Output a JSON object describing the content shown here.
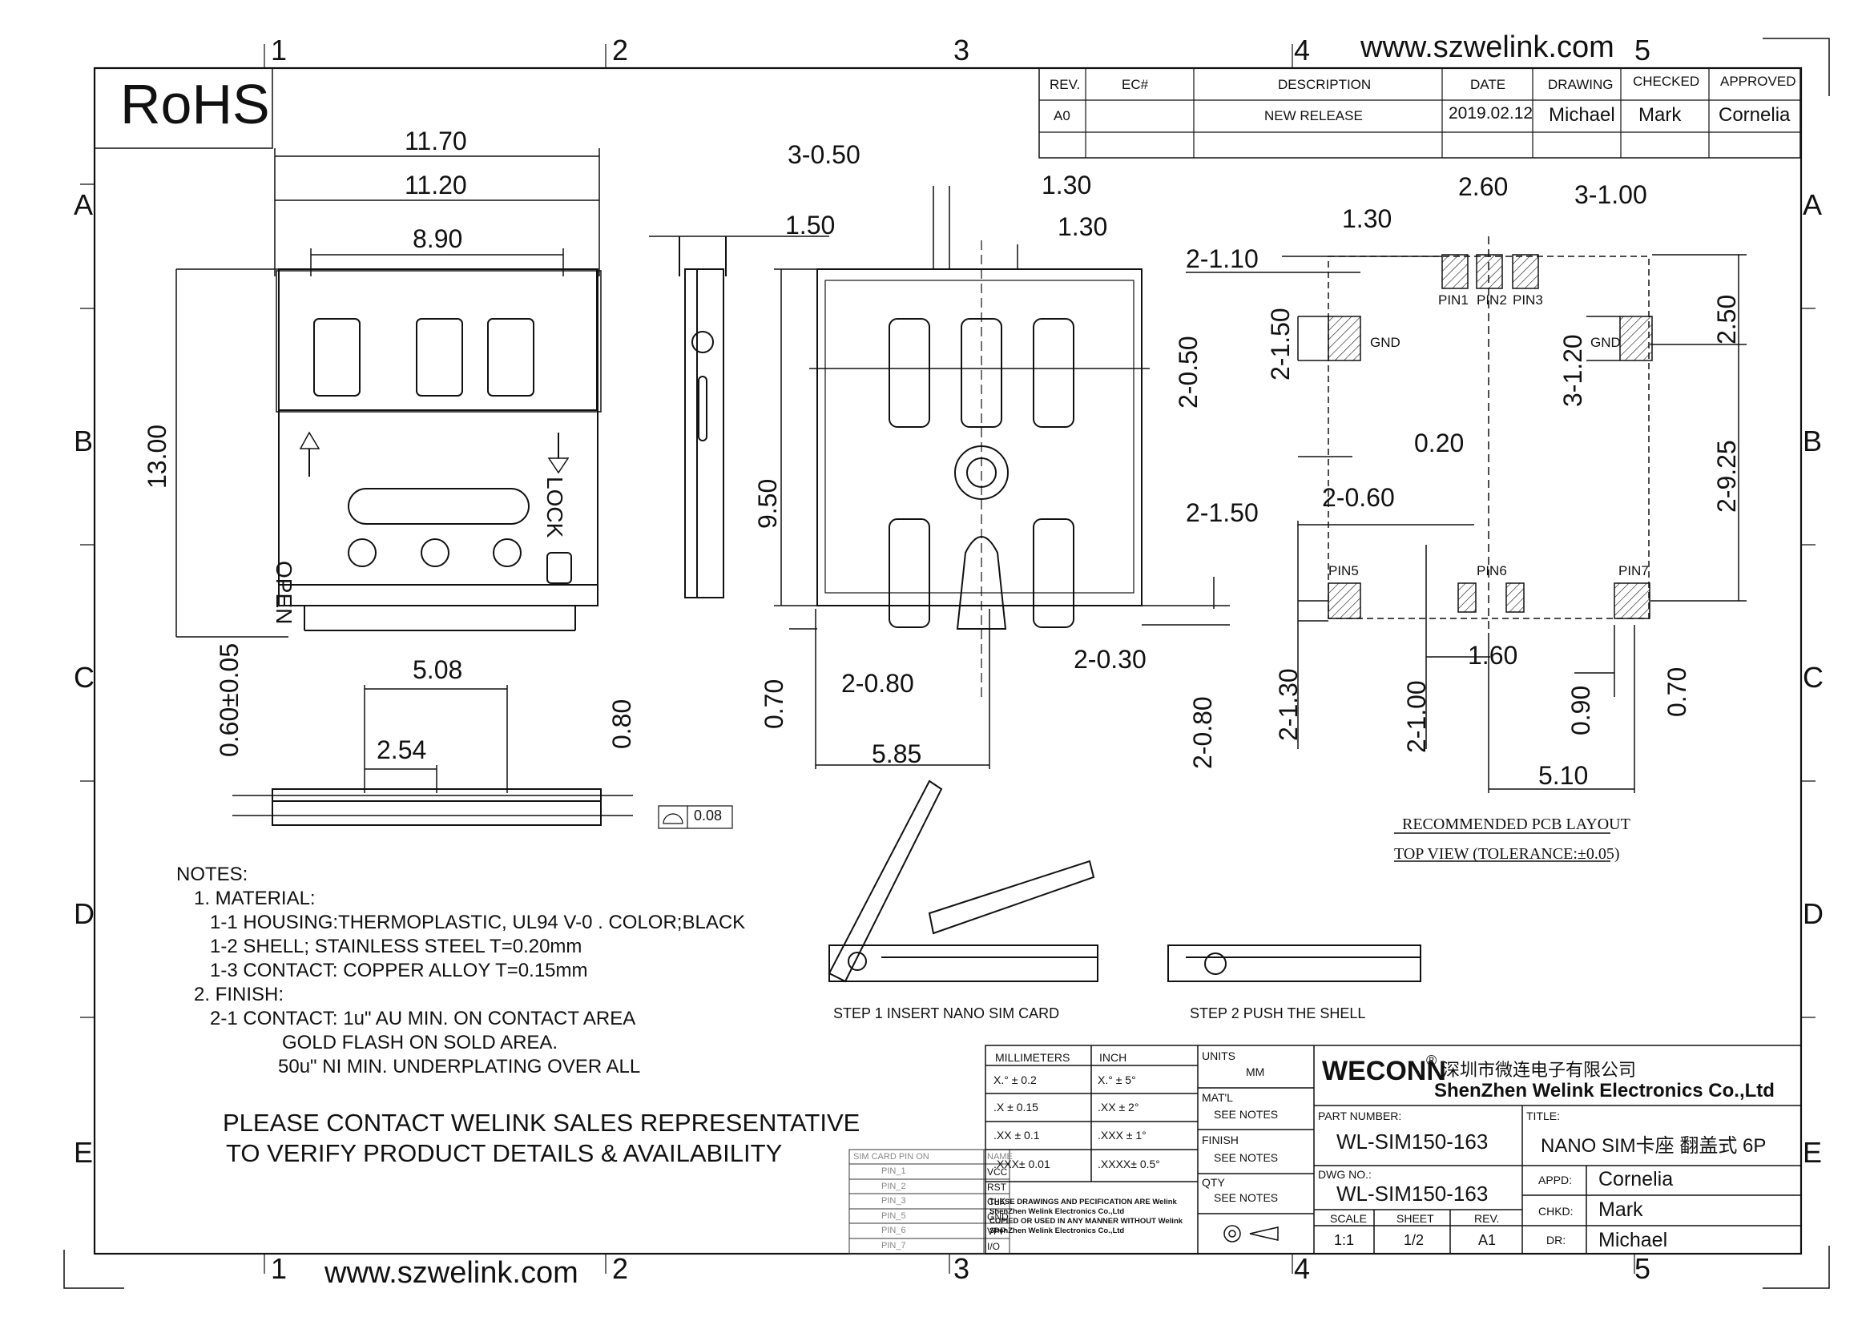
{
  "header": {
    "website": "www.szwelink.com",
    "rohs": "RoHS",
    "zones_top": [
      "1",
      "2",
      "3",
      "4",
      "5"
    ],
    "zones_side": [
      "A",
      "B",
      "C",
      "D",
      "E"
    ]
  },
  "revision_table": {
    "headers": [
      "REV.",
      "EC#",
      "DESCRIPTION",
      "DATE",
      "DRAWING",
      "CHECKED",
      "APPROVED"
    ],
    "row": [
      "A0",
      "",
      "NEW RELEASE",
      "2019.02.12",
      "Michael",
      "Mark",
      "Cornelia"
    ]
  },
  "top_view_dims": {
    "w1": "11.70",
    "w2": "11.20",
    "w3": "8.90",
    "h": "13.00",
    "open": "OPEN",
    "lock": "LOCK"
  },
  "side_view_dims": {
    "w": "1.50"
  },
  "bottom_view_dims": {
    "d1": "3-0.50",
    "d2": "1.30",
    "d3": "1.30",
    "d4": "9.50",
    "d5": "2-0.50",
    "d6": "0.70",
    "d7": "2-0.80",
    "d8": "5.85",
    "d9": "2-0.30",
    "d10": "2-0.80"
  },
  "front_view_dims": {
    "d1": "5.08",
    "d2": "2.54",
    "d3": "0.60±0.05",
    "d4": "0.80",
    "flatness": "0.08"
  },
  "pcb_layout": {
    "dims": {
      "a": "2.60",
      "b": "3-1.00",
      "c": "1.30",
      "d": "2-1.10",
      "e": "2-1.50",
      "f": "2.50",
      "g": "3-1.20",
      "h": "0.20",
      "i": "2-9.25",
      "j": "2-1.50",
      "k": "2-0.60",
      "l": "1.60",
      "m": "2-1.30",
      "n": "2-1.00",
      "o": "0.90",
      "p": "0.70",
      "q": "5.10"
    },
    "labels": {
      "pin1": "PIN1",
      "pin2": "PIN2",
      "pin3": "PIN3",
      "pin5": "PIN5",
      "pin6": "PIN6",
      "pin7": "PIN7",
      "gnd": "GND"
    },
    "caption1": "RECOMMENDED PCB LAYOUT",
    "caption2": "TOP VIEW (TOLERANCE:±0.05)"
  },
  "steps": {
    "step1": "STEP 1 INSERT NANO SIM CARD",
    "step2": "STEP 2 PUSH THE SHELL"
  },
  "notes": [
    "NOTES:",
    "1. MATERIAL:",
    "1-1 HOUSING:THERMOPLASTIC, UL94 V-0 . COLOR;BLACK",
    "1-2 SHELL; STAINLESS STEEL T=0.20mm",
    "1-3 CONTACT: COPPER ALLOY  T=0.15mm",
    "2. FINISH:",
    "2-1 CONTACT: 1u\" AU MIN. ON CONTACT AREA",
    "GOLD FLASH ON SOLD AREA.",
    "50u\" NI MIN. UNDERPLATING OVER ALL"
  ],
  "contact_notice": [
    "PLEASE CONTACT WELINK SALES REPRESENTATIVE",
    "TO VERIFY PRODUCT DETAILS & AVAILABILITY"
  ],
  "pin_table": {
    "header": [
      "SIM CARD PIN ON",
      "NAME"
    ],
    "rows": [
      [
        "PIN_1",
        "VCC"
      ],
      [
        "PIN_2",
        "RST"
      ],
      [
        "PIN_3",
        "CLK"
      ],
      [
        "PIN_5",
        "GND"
      ],
      [
        "PIN_6",
        "VPP"
      ],
      [
        "PIN_7",
        "I/O"
      ]
    ]
  },
  "tolerances": {
    "mm_header": "MILLIMETERS",
    "inch_header": "INCH",
    "rows": [
      [
        "X.°  ±  0.2",
        "X.°   ±  5°"
      ],
      [
        ".X   ±  0.15",
        ".XX   ±  2°"
      ],
      [
        ".XX  ±  0.1",
        ".XXX  ±  1°"
      ],
      [
        ".XXX±  0.01",
        ".XXXX±  0.5°"
      ]
    ],
    "disclaimer": [
      "THESE DRAWINGS AND PECIFICATION ARE Welink",
      "ShenZhen Welink Electronics Co.,Ltd",
      " COPIED OR USED IN ANY MANNER WITHOUT Welink",
      "ShenZhen Welink Electronics Co.,Ltd"
    ]
  },
  "units_col": {
    "units_label": "UNITS",
    "units_value": "MM",
    "matl_label": "MAT'L",
    "matl_value": "SEE NOTES",
    "finish_label": "FINISH",
    "finish_value": "SEE NOTES",
    "qty_label": "QTY",
    "qty_value": "SEE NOTES"
  },
  "title_block": {
    "brand": "WECONN",
    "reg": "®",
    "company_cn": "深圳市微连电子有限公司",
    "company_en": "ShenZhen Welink Electronics Co.,Ltd",
    "part_number_label": "PART NUMBER:",
    "part_number": "WL-SIM150-163",
    "title_label": "TITLE:",
    "title": "NANO SIM卡座 翻盖式 6P",
    "dwg_no_label": "DWG NO.:",
    "dwg_no": "WL-SIM150-163",
    "scale_label": "SCALE",
    "scale": "1:1",
    "sheet_label": "SHEET",
    "sheet": "1/2",
    "rev_label": "REV.",
    "rev": "A1",
    "appd_label": "APPD:",
    "appd": "Cornelia",
    "chkd_label": "CHKD:",
    "chkd": "Mark",
    "dr_label": "DR:",
    "dr": "Michael"
  }
}
